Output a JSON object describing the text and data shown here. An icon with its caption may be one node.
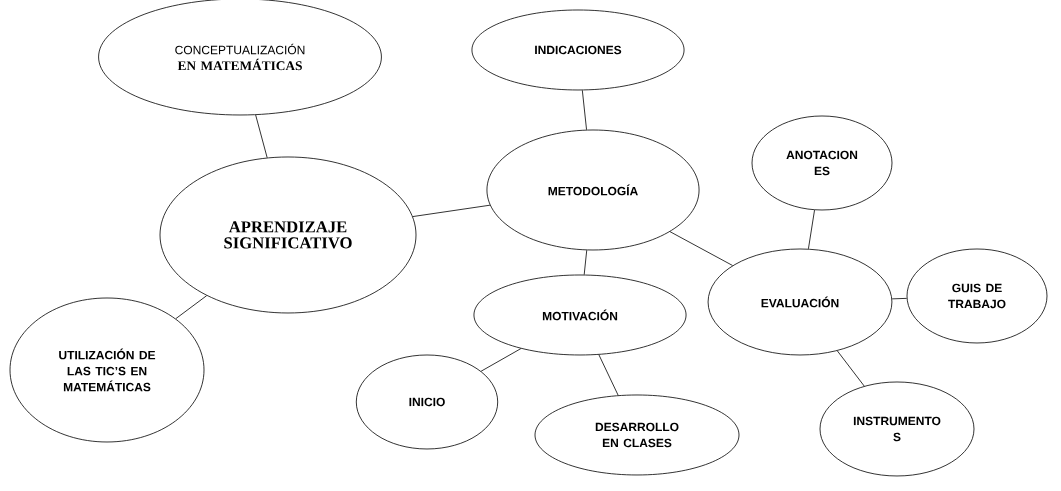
{
  "diagram": {
    "nodes": [
      {
        "text": [
          "CONCEPTUALIZACIÓN",
          "EN MATEMÁTICAS"
        ]
      },
      {
        "text": [
          "APRENDIZAJE SIGNIFICATIVO"
        ]
      },
      {
        "text": [
          "UTILIZACIÓN DE LAS TIC’S EN MATEMÁTICAS"
        ]
      },
      {
        "text": [
          "INDICACIONES"
        ]
      },
      {
        "text": [
          "METODOLOGÍA"
        ]
      },
      {
        "text": [
          "MOTIVACIÓN"
        ]
      },
      {
        "text": [
          "INICIO"
        ]
      },
      {
        "text": [
          "DESARROLLO EN CLASES"
        ]
      },
      {
        "text": [
          "ANOTACION ES"
        ]
      },
      {
        "text": [
          "EVALUACIÓN"
        ]
      },
      {
        "text": [
          "GUIS DE TRABAJO"
        ]
      },
      {
        "text": [
          "INSTRUMENTO S"
        ]
      }
    ],
    "edges": [
      {
        "from": 0,
        "to": 1,
        "arrow": "none"
      },
      {
        "from": 1,
        "to": 2,
        "arrow": "none"
      },
      {
        "from": 1,
        "to": 4,
        "arrow": "none"
      },
      {
        "from": 3,
        "to": 4,
        "arrow": "none"
      },
      {
        "from": 4,
        "to": 5,
        "arrow": "none"
      },
      {
        "from": 5,
        "to": 6,
        "arrow": "none"
      },
      {
        "from": 5,
        "to": 7,
        "arrow": "none"
      },
      {
        "from": 4,
        "to": 9,
        "arrow": "none"
      },
      {
        "from": 8,
        "to": 9,
        "arrow": "none"
      },
      {
        "from": 9,
        "to": 10,
        "arrow": "none"
      },
      {
        "from": 9,
        "to": 11,
        "arrow": "none"
      }
    ]
  }
}
